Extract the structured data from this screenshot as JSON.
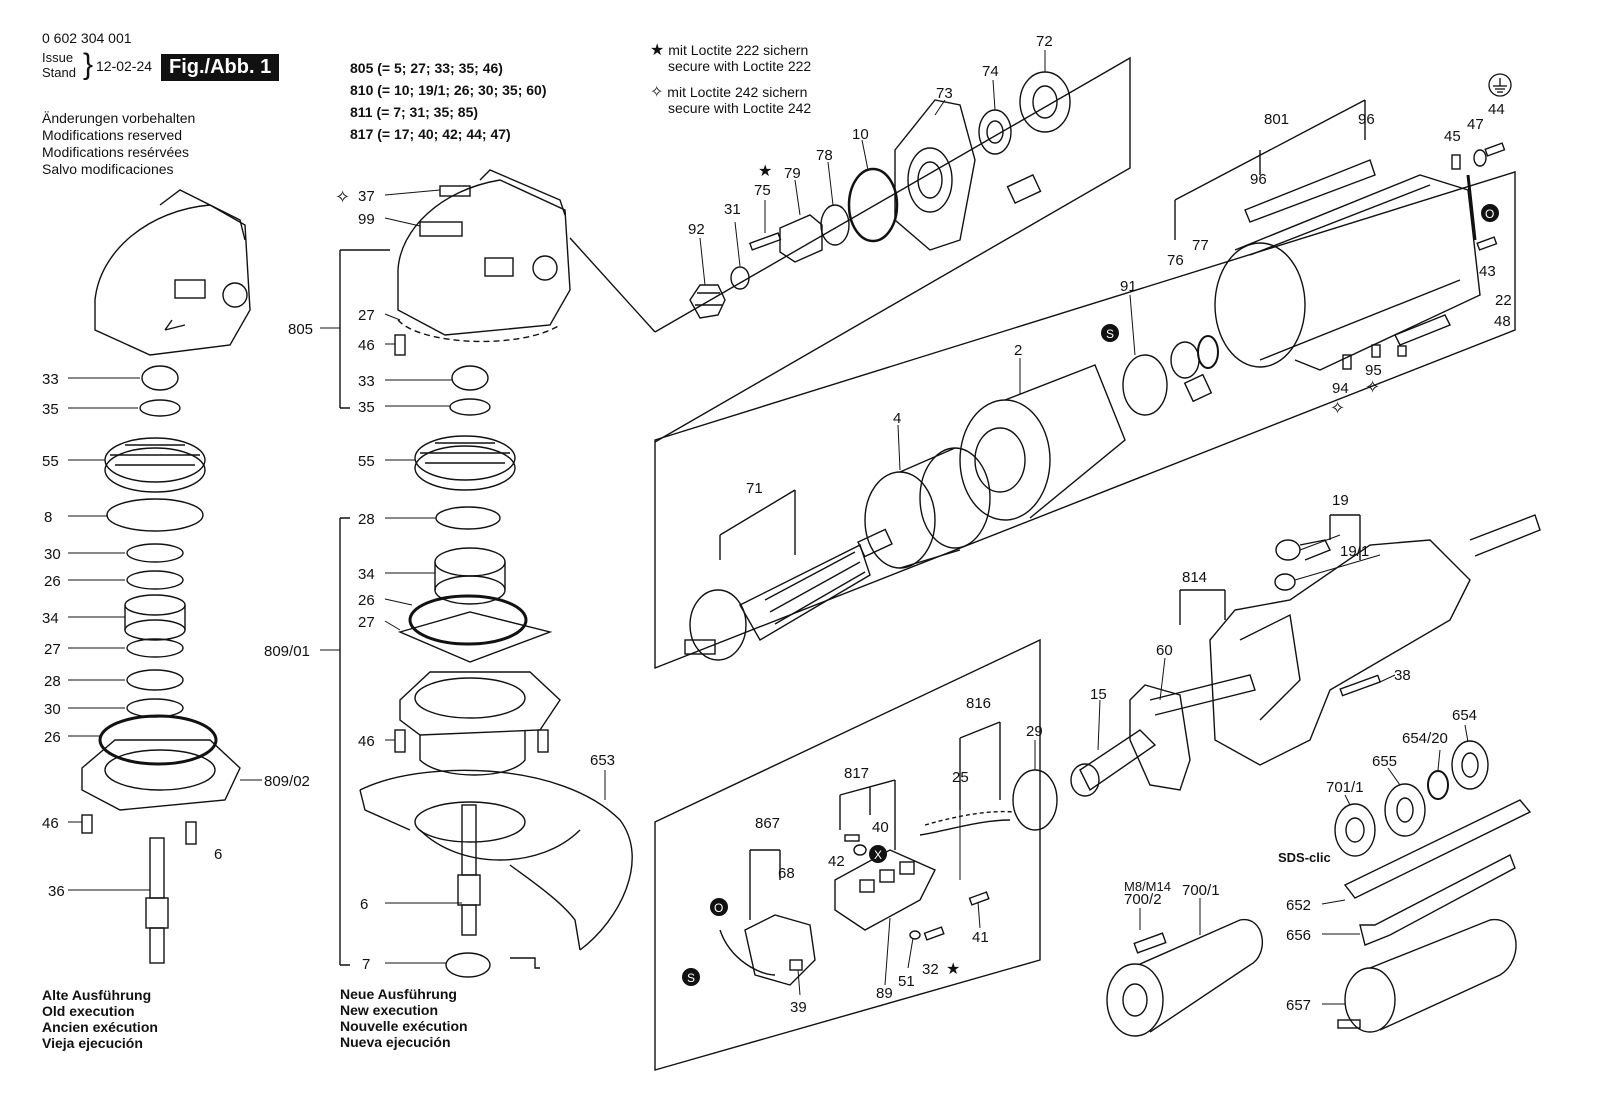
{
  "header": {
    "doc_number": "0 602 304 001",
    "issue_label_1": "Issue",
    "issue_label_2": "Stand",
    "issue_date": "12-02-24",
    "fig_label": "Fig./Abb. 1",
    "changes_reserved": [
      "Änderungen vorbehalten",
      "Modifications reserved",
      "Modifications resérvées",
      "Salvo modificaciones"
    ]
  },
  "assemblies": [
    {
      "code": "805",
      "parts": "(= 5; 27; 33; 35; 46)"
    },
    {
      "code": "810",
      "parts": "(= 10; 19/1; 26; 30; 35; 60)"
    },
    {
      "code": "811",
      "parts": "(= 7; 31; 35; 85)"
    },
    {
      "code": "817",
      "parts": "(= 17; 40; 42; 44; 47)"
    }
  ],
  "legend": {
    "star_de": "mit Loctite 222 sichern",
    "star_en": "secure with Loctite 222",
    "diamond_de": "mit Loctite 242 sichern",
    "diamond_en": "secure with Loctite 242"
  },
  "captions": {
    "old": [
      "Alte Ausführung",
      "Old execution",
      "Ancien exécution",
      "Vieja ejecución"
    ],
    "new": [
      "Neue Ausführung",
      "New execution",
      "Nouvelle exécution",
      "Nueva ejecución"
    ]
  },
  "extra_labels": {
    "sds": "SDS-clic",
    "thread": "M8/M14"
  },
  "part_labels": [
    "33",
    "35",
    "55",
    "8",
    "30",
    "26",
    "34",
    "27",
    "28",
    "30",
    "26",
    "46",
    "36",
    "6",
    "809/02",
    "37",
    "99",
    "805",
    "27",
    "46",
    "33",
    "35",
    "55",
    "28",
    "34",
    "26",
    "27",
    "809/01",
    "46",
    "6",
    "7",
    "653",
    "92",
    "31",
    "75",
    "79",
    "78",
    "10",
    "73",
    "74",
    "72",
    "71",
    "4",
    "2",
    "91",
    "76",
    "77",
    "801",
    "96",
    "96",
    "45",
    "47",
    "44",
    "43",
    "22",
    "48",
    "95",
    "94",
    "19",
    "19/1",
    "814",
    "60",
    "38",
    "15",
    "29",
    "816",
    "25",
    "817",
    "40",
    "42",
    "867",
    "68",
    "41",
    "51",
    "32",
    "89",
    "39",
    "654",
    "654/20",
    "655",
    "701/1",
    "700/1",
    "700/2",
    "652",
    "656",
    "657"
  ]
}
